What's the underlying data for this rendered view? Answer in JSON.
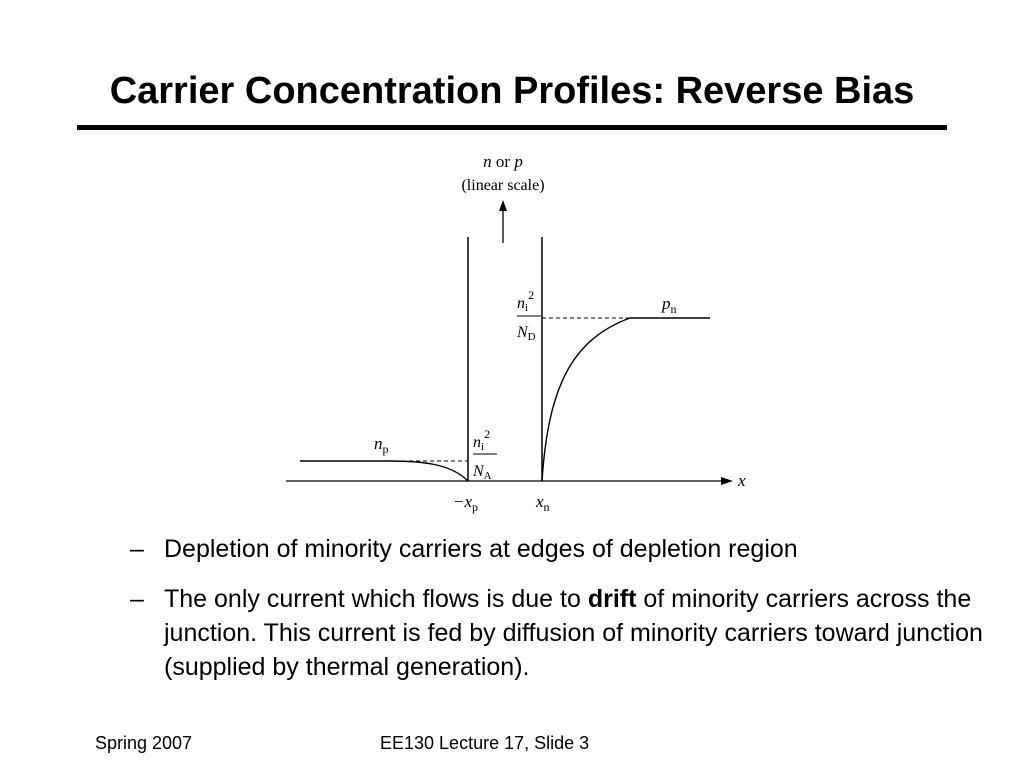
{
  "slide": {
    "title": "Carrier Concentration Profiles: Reverse Bias"
  },
  "diagram": {
    "y_axis_label_var1": "n",
    "y_axis_label_or": " or ",
    "y_axis_label_var2": "p",
    "y_axis_sublabel": "(linear scale)",
    "x_axis_label": "x",
    "left_edge_label": "−x",
    "left_edge_sub": "p",
    "right_edge_label": "x",
    "right_edge_sub": "n",
    "np_label": "n",
    "np_sub": "p",
    "pn_label": "p",
    "pn_sub": "n",
    "ni2_NA_num": "n",
    "ni2_NA_num_sub": "i",
    "ni2_NA_num_sup": "2",
    "ni2_NA_den": "N",
    "ni2_NA_den_sub": "A",
    "ni2_ND_num": "n",
    "ni2_ND_num_sub": "i",
    "ni2_ND_num_sup": "2",
    "ni2_ND_den": "N",
    "ni2_ND_den_sub": "D"
  },
  "bullets": [
    {
      "dash": "–",
      "text": "Depletion of minority carriers at edges of depletion region"
    },
    {
      "dash": "–",
      "text_before": "The only current which flows is due to ",
      "bold": "drift",
      "text_after": " of minority carriers across the junction.  This current is fed by diffusion of minority carriers toward junction (supplied by thermal generation)."
    }
  ],
  "footer": {
    "left": "Spring 2007",
    "center": "EE130 Lecture 17, Slide 3"
  }
}
